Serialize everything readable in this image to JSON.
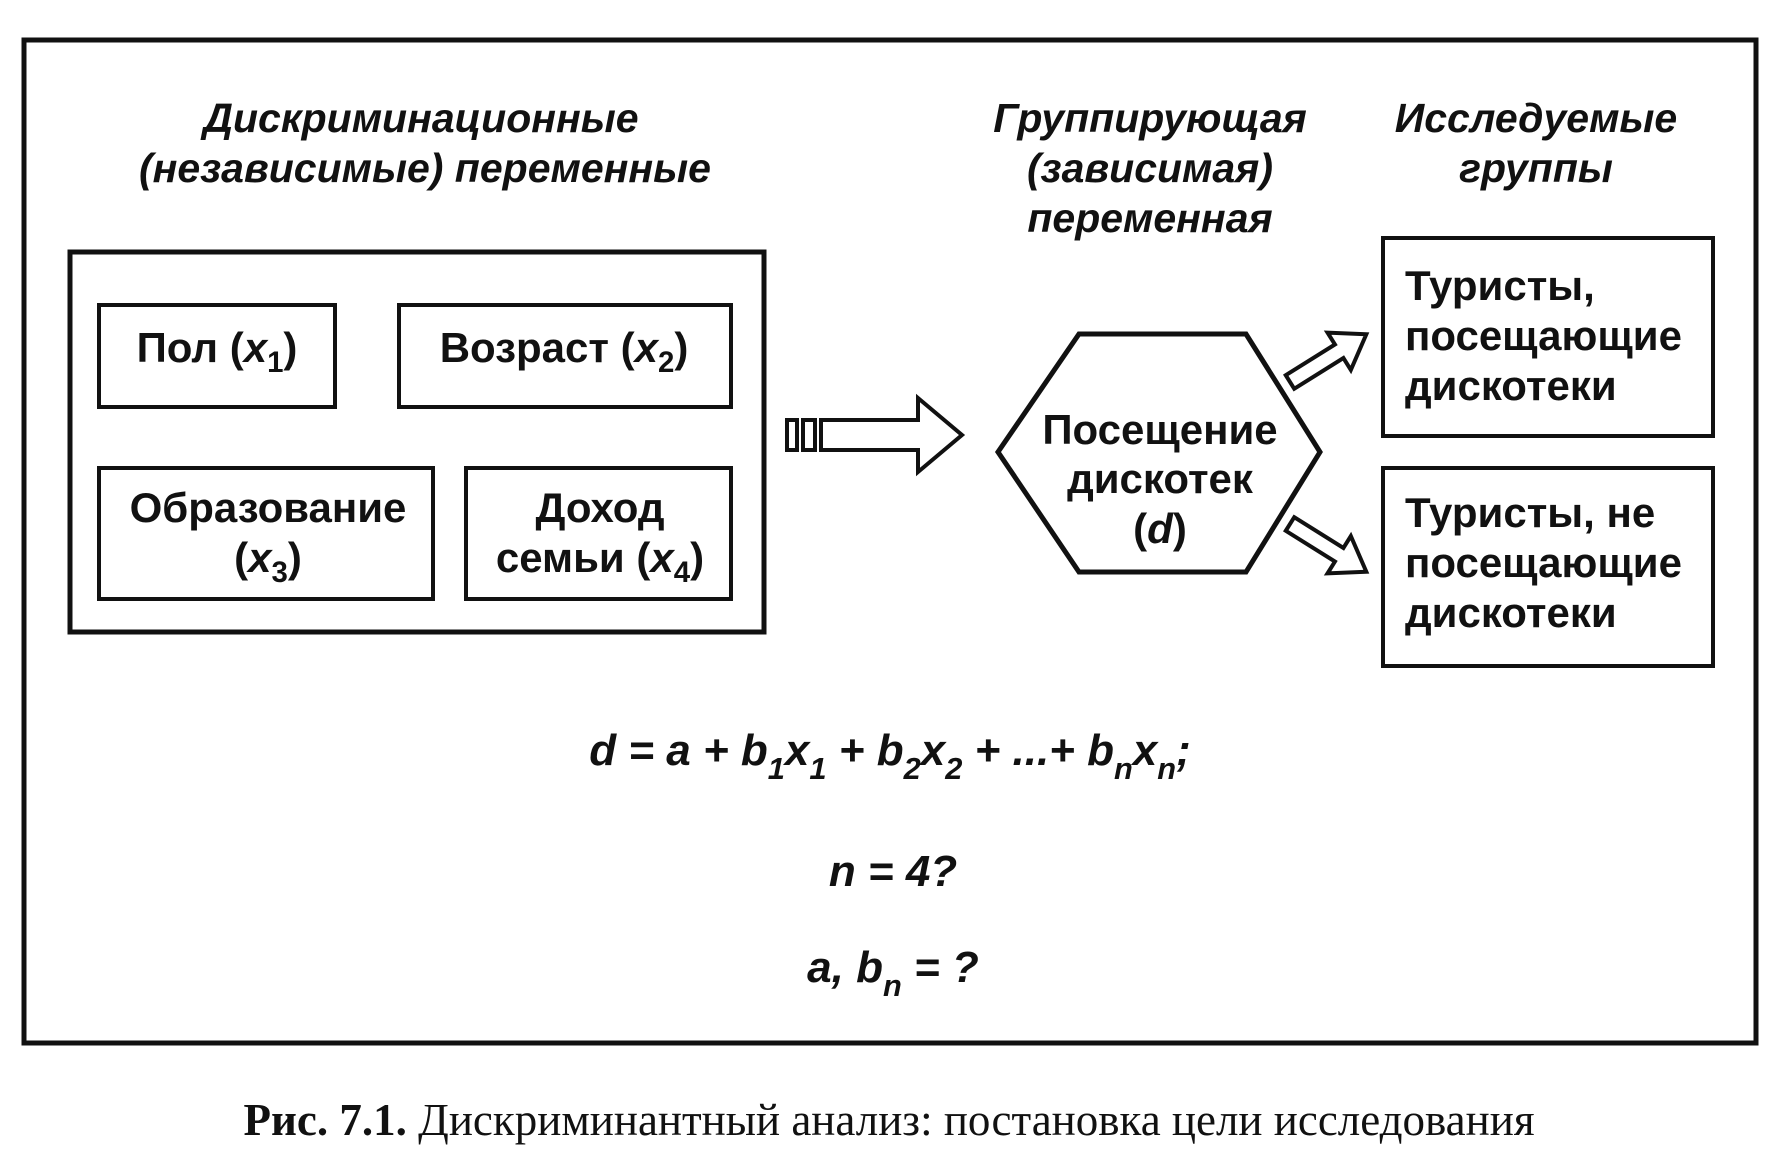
{
  "headings": {
    "independent_line1": "Дискриминационные",
    "independent_line2": "(независимые) переменные",
    "grouping_line1": "Группирующая",
    "grouping_line2": "(зависимая)",
    "grouping_line3": "переменная",
    "groups_line1": "Исследуемые",
    "groups_line2": "группы"
  },
  "variables": {
    "sex": {
      "label": "Пол (",
      "var": "x",
      "idx": "1",
      "close": ")"
    },
    "age": {
      "label": "Возраст (",
      "var": "x",
      "idx": "2",
      "close": ")"
    },
    "education_line1": "Образование",
    "education": {
      "open": "(",
      "var": "x",
      "idx": "3",
      "close": ")"
    },
    "income_line1": "Доход",
    "income": {
      "label": "семьи (",
      "var": "x",
      "idx": "4",
      "close": ")"
    }
  },
  "grouping": {
    "line1": "Посещение",
    "line2": "дискотек",
    "open": "(",
    "var": "d",
    "close": ")"
  },
  "groups": {
    "g1_line1": "Туристы,",
    "g1_line2": "посещающие",
    "g1_line3": "дискотеки",
    "g2_line1": "Туристы, не",
    "g2_line2": "посещающие",
    "g2_line3": "дискотеки"
  },
  "formulas": {
    "eq_d": "d",
    "eq_mid1": " = a + b",
    "eq_s1": "1",
    "eq_x1": "x",
    "eq_s1b": "1",
    "eq_mid2": " + b",
    "eq_s2": "2",
    "eq_x2": "x",
    "eq_s2b": "2",
    "eq_mid3": " + ...+ b",
    "eq_sn": "n",
    "eq_xn": "x",
    "eq_snb": "n",
    "eq_end": ";",
    "n_line": "n = 4?",
    "ab_prefix": "a, b",
    "ab_sub": "n",
    "ab_suffix": " = ?"
  },
  "caption": {
    "label": "Рис. 7.1.",
    "text": " Дискриминантный анализ: постановка цели исследования"
  }
}
